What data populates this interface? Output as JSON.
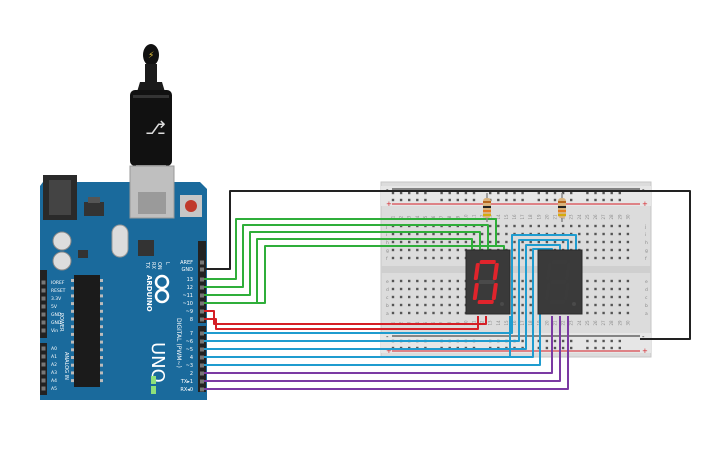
{
  "arduino": {
    "brand": "ARDUINO",
    "model": "UNO",
    "on_label": "ON",
    "l_label": "L",
    "tx_label": "TX",
    "rx_label": "RX",
    "digital_label": "DIGITAL (PWM~)",
    "power_label": "POWER",
    "analog_label": "ANALOG IN",
    "top_pins": [
      "AREF",
      "GND",
      "13",
      "12",
      "~11",
      "~10",
      "~9",
      "8"
    ],
    "bottom_pins": [
      "7",
      "~6",
      "~5",
      "4",
      "~3",
      "2",
      "TX▸1",
      "RX◂0"
    ],
    "power_pins": [
      "IOREF",
      "RESET",
      "3.3V",
      "5V",
      "GND",
      "GND",
      "Vin"
    ],
    "analog_pins": [
      "A0",
      "A1",
      "A2",
      "A3",
      "A4",
      "A5"
    ]
  },
  "breadboard": {
    "columns": [
      "1",
      "2",
      "3",
      "4",
      "5",
      "6",
      "7",
      "8",
      "9",
      "10",
      "11",
      "12",
      "13",
      "14",
      "15",
      "16",
      "17",
      "18",
      "19",
      "20",
      "21",
      "22",
      "23",
      "24",
      "25",
      "26",
      "27",
      "28",
      "29",
      "30"
    ],
    "rows_top": [
      "j",
      "i",
      "h",
      "g",
      "f"
    ],
    "rows_bottom": [
      "e",
      "d",
      "c",
      "b",
      "a"
    ],
    "rail_plus": "+",
    "rail_minus": "-"
  },
  "displays": [
    {
      "name": "left-seven-segment",
      "digit": "0",
      "lit_color": "#e0242c"
    },
    {
      "name": "right-seven-segment",
      "digit": "8",
      "lit_color": "#3b3b3b"
    }
  ],
  "colors": {
    "board": "#1a6a9c",
    "wire_green": "#2fae3a",
    "wire_red": "#d51f26",
    "wire_blue": "#1f9ccf",
    "wire_purple": "#7b3aa3",
    "wire_black": "#222222"
  }
}
